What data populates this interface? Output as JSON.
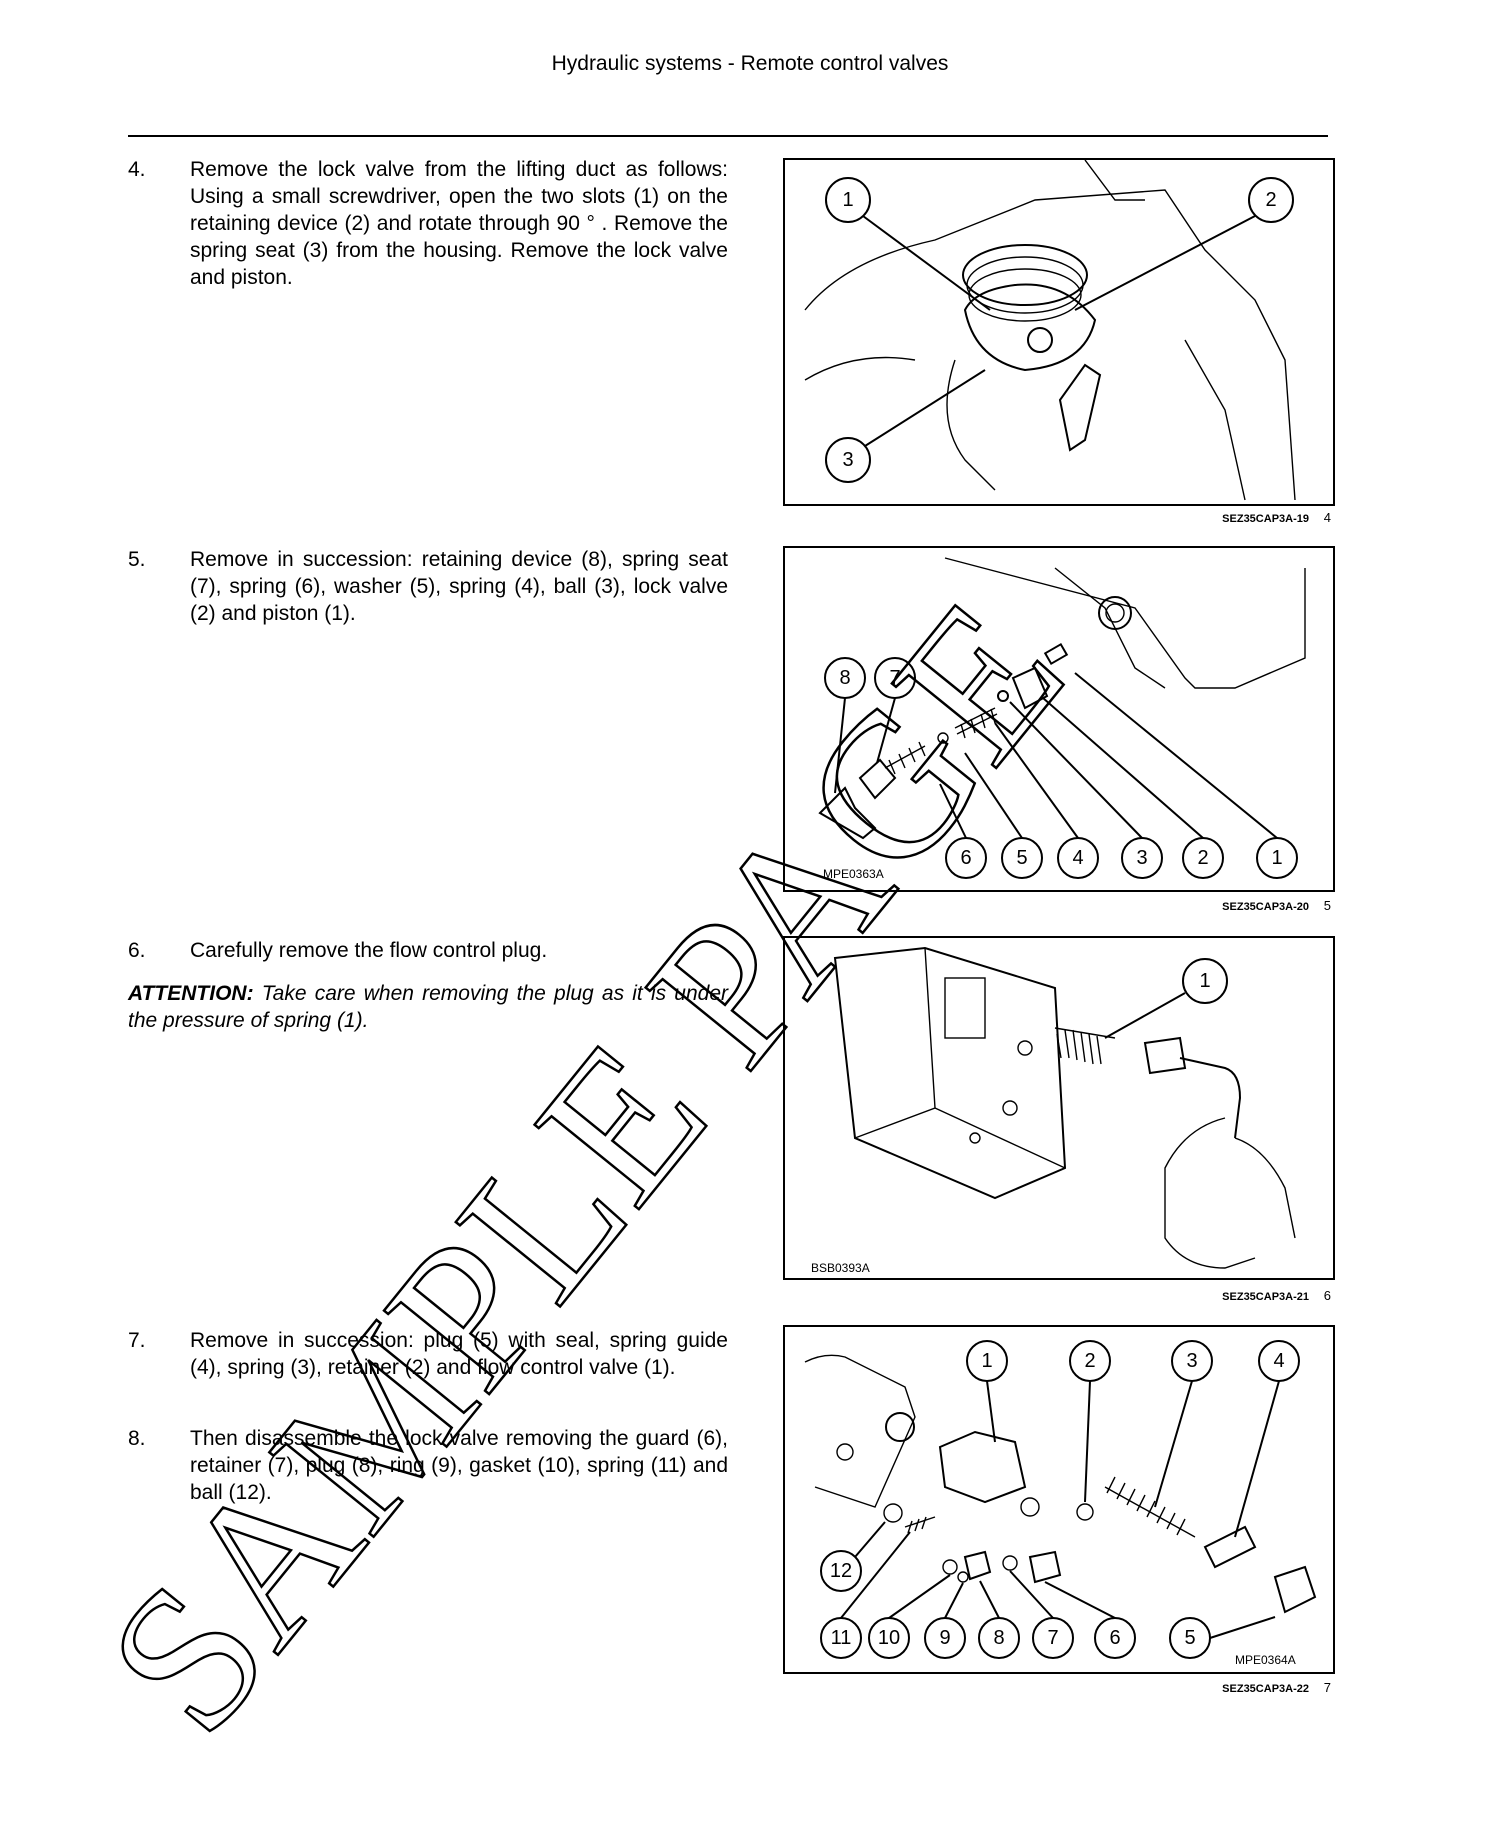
{
  "header": {
    "title": "Hydraulic systems - Remote control valves"
  },
  "steps": [
    {
      "num": "4.",
      "text": "Remove the lock valve from the lifting duct as follows: Using a small screwdriver, open the two slots (1) on the retaining device (2) and rotate through 90 ° . Remove the spring seat (3) from the housing. Remove the lock valve and piston."
    },
    {
      "num": "5.",
      "text": "Remove in succession: retaining device (8), spring seat (7), spring (6), washer (5), spring (4), ball (3), lock valve (2) and piston (1)."
    },
    {
      "num": "6.",
      "text": "Carefully remove the flow control plug."
    },
    {
      "num": "7.",
      "text": "Remove in succession: plug (5) with seal, spring guide (4), spring (3), retainer (2) and flow control valve (1)."
    },
    {
      "num": "8.",
      "text": "Then disassemble the lock valve removing the guard (6), retainer (7), plug (8), ring (9), gasket (10), spring (11) and ball (12)."
    }
  ],
  "attention": {
    "label": "ATTENTION:",
    "text": " Take care when removing the plug as it is under the pressure of spring (1)."
  },
  "figures": [
    {
      "ref": "SEZ35CAP3A-19",
      "number": "4",
      "callouts": [
        "1",
        "2",
        "3"
      ]
    },
    {
      "ref": "SEZ35CAP3A-20",
      "number": "5",
      "code": "MPE0363A",
      "callouts": [
        "8",
        "7",
        "6",
        "5",
        "4",
        "3",
        "2",
        "1"
      ]
    },
    {
      "ref": "SEZ35CAP3A-21",
      "number": "6",
      "code": "BSB0393A",
      "callouts": [
        "1"
      ]
    },
    {
      "ref": "SEZ35CAP3A-22",
      "number": "7",
      "code": "MPE0364A",
      "callouts": [
        "1",
        "2",
        "3",
        "4",
        "12",
        "11",
        "10",
        "9",
        "8",
        "7",
        "6",
        "5"
      ]
    }
  ],
  "watermark": "SAMPLE PAGE"
}
